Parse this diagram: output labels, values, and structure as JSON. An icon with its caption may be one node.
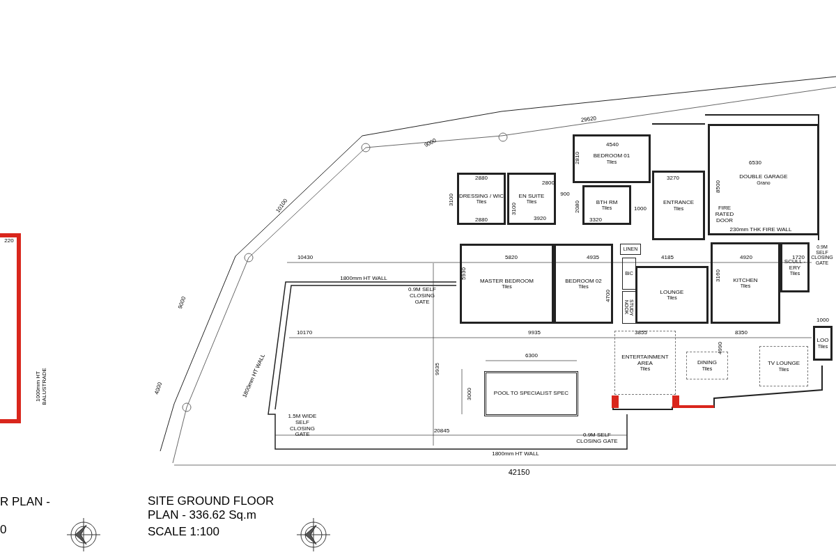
{
  "diagram": {
    "title": "SITE GROUND FLOOR PLAN - 336.62 Sq.m",
    "nodes": [
      {
        "text": [
          "DRESSING / WIC",
          "Tiles"
        ]
      },
      {
        "text": [
          "EN SUITE",
          "Tiles"
        ]
      },
      {
        "text": [
          "BEDROOM 01",
          "Tiles"
        ]
      },
      {
        "text": [
          "BTH RM",
          "Tiles"
        ]
      },
      {
        "text": [
          "ENTRANCE",
          "Tiles"
        ]
      },
      {
        "text": [
          "DOUBLE GARAGE",
          "Grano"
        ]
      },
      {
        "text": [
          "LINEN"
        ]
      },
      {
        "text": [
          "MASTER BEDROOM",
          "Tiles"
        ]
      },
      {
        "text": [
          "BEDROOM 02",
          "Tiles"
        ]
      },
      {
        "text": [
          "BIC"
        ]
      },
      {
        "text": [
          "STUDY NOOK"
        ]
      },
      {
        "text": [
          "LOUNGE",
          "Tiles"
        ]
      },
      {
        "text": [
          "KITCHEN",
          "Tiles"
        ]
      },
      {
        "text": [
          "SCULL -ERY",
          "Tiles"
        ]
      },
      {
        "text": [
          "LOO",
          "Tiles"
        ]
      },
      {
        "text": [
          "ENTERTAINMENT AREA",
          "Tiles"
        ]
      },
      {
        "text": [
          "DINING",
          "Tiles"
        ]
      },
      {
        "text": [
          "TV LOUNGE",
          "Tiles"
        ]
      },
      {
        "text": [
          "POOL TO SPECIALIST SPEC"
        ]
      }
    ],
    "labels": [
      "29620",
      "9000",
      "2810",
      "4540",
      "6530",
      "3270",
      "8500",
      "10100",
      "3100",
      "2880",
      "2880",
      "3100",
      "3920",
      "2800",
      "900",
      "2080",
      "3320",
      "1000",
      "FIRE RATED DOOR",
      "230mm THK FIRE WALL",
      "0.9M SELF CLOSING GATE",
      "10430",
      "5820",
      "4935",
      "4185",
      "4920",
      "1720",
      "9000",
      "1800mm HT WALL",
      "0.9M SELF CLOSING GATE",
      "5930",
      "4700",
      "3160",
      "10170",
      "9935",
      "3855",
      "4990",
      "8350",
      "1000",
      "4000",
      "1800mm HT WALL",
      "9935",
      "3000",
      "6300",
      "1.5M WIDE SELF CLOSING GATE",
      "20845",
      "0.9M SELF CLOSING GATE",
      "1800mm HT WALL",
      "42150",
      "220",
      "1000mm HT BALUSTRADE",
      "R PLAN -",
      "0",
      "SCALE 1:100"
    ]
  }
}
